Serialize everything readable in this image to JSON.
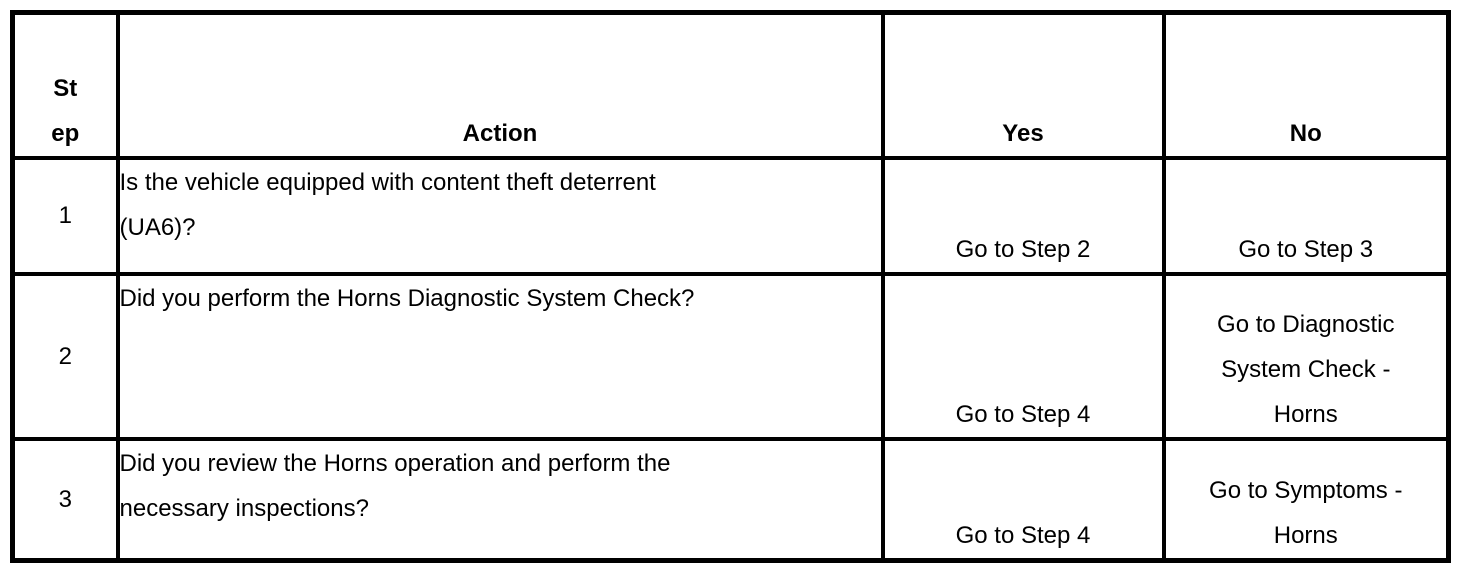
{
  "table": {
    "title_semantic": "Horns diagnostic step table",
    "headers": {
      "step": "St\nep",
      "action": "Action",
      "yes": "Yes",
      "no": "No"
    },
    "rows": [
      {
        "step": "1",
        "action": "Is the vehicle equipped with content theft deterrent\n(UA6)?",
        "yes": "Go to Step 2",
        "no": "Go to Step 3"
      },
      {
        "step": "2",
        "action": "Did you perform the Horns Diagnostic System Check?",
        "yes": "Go to Step 4",
        "no": "Go to Diagnostic\nSystem Check -\nHorns"
      },
      {
        "step": "3",
        "action": "Did you review the Horns operation and perform the\nnecessary inspections?",
        "yes": "Go to Step 4",
        "no": "Go to Symptoms -\nHorns"
      }
    ],
    "colors": {
      "border": "#000000",
      "background": "#ffffff",
      "text": "#000000"
    }
  }
}
